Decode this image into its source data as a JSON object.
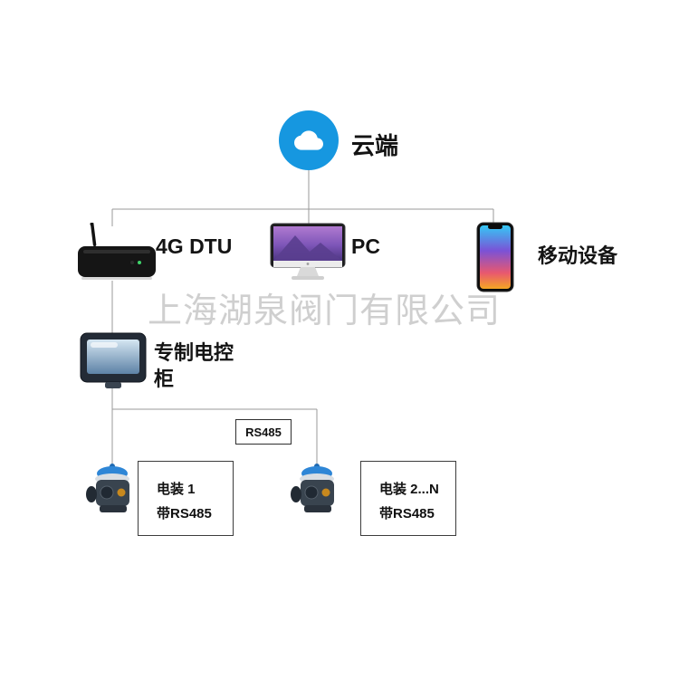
{
  "watermark": "上海湖泉阀门有限公司",
  "colors": {
    "cloud_blue": "#1697e0",
    "line_gray": "#9a9a9a",
    "actuator_blue": "#2e86d6"
  },
  "nodes": {
    "cloud": {
      "label": "云端"
    },
    "dtu": {
      "label": "4G DTU"
    },
    "pc": {
      "label": "PC"
    },
    "mobile": {
      "label": "移动设备"
    },
    "cabinet": {
      "label_line1": "专制电控",
      "label_line2": "柜"
    },
    "rs485_tag": {
      "label": "RS485"
    },
    "actuator1": {
      "title": "电装 1",
      "subtitle": "带RS485"
    },
    "actuator2": {
      "title": "电装 2...N",
      "subtitle": "带RS485"
    }
  }
}
